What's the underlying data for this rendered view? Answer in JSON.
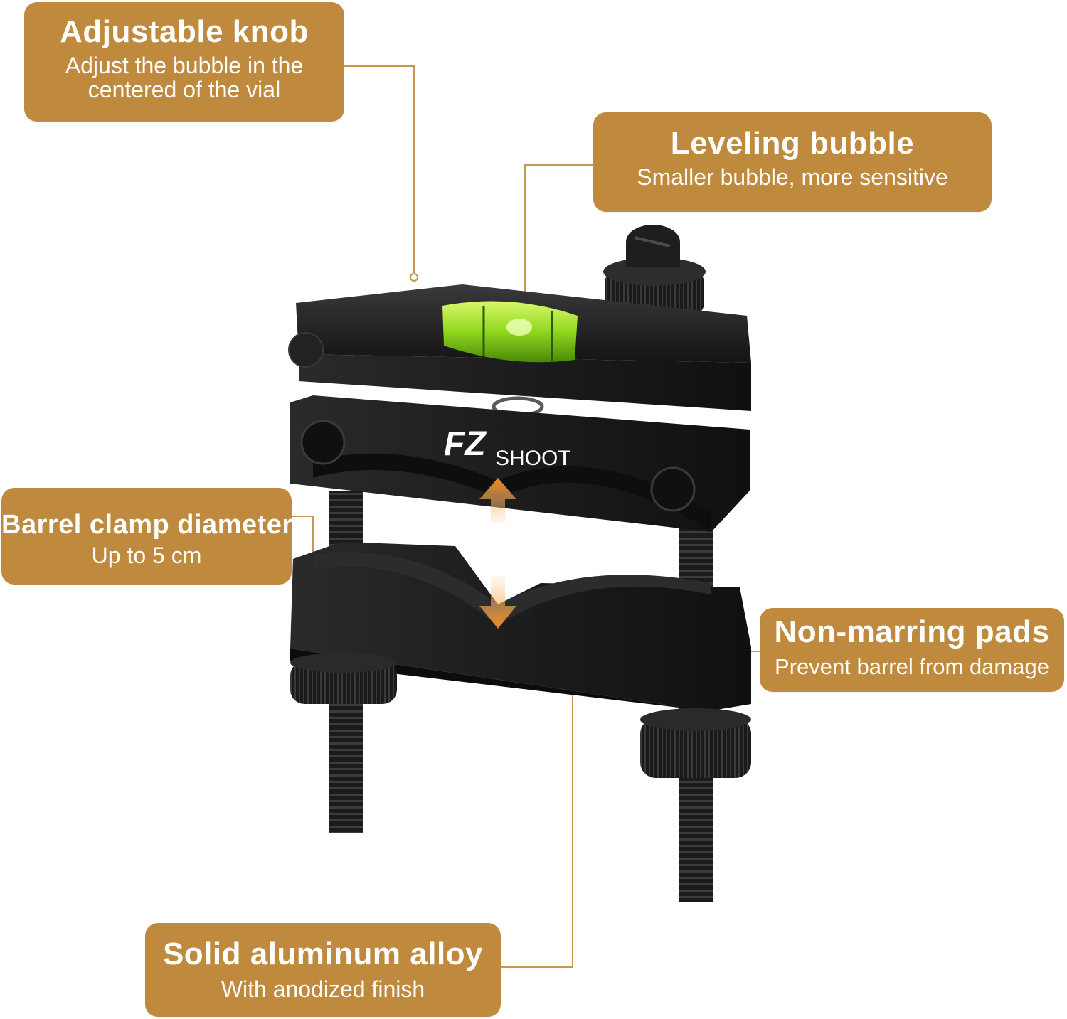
{
  "callouts": {
    "knob": {
      "title": "Adjustable knob",
      "line1": "Adjust the bubble in the",
      "line2": "centered of the vial"
    },
    "bubble": {
      "title": "Leveling bubble",
      "subtitle": "Smaller bubble, more sensitive"
    },
    "barrel": {
      "title": "Barrel clamp diameter",
      "subtitle": "Up to 5 cm"
    },
    "pads": {
      "title": "Non-marring pads",
      "subtitle": "Prevent barrel from damage"
    },
    "alloy": {
      "title": "Solid aluminum alloy",
      "subtitle": "With anodized finish"
    }
  },
  "brand": {
    "logo_mark": "FZ",
    "logo_word": "SHOOT"
  },
  "colors": {
    "callout_bg": "#c08a3e",
    "leader_line": "#c8964e",
    "body_metal": "#1b1b1c",
    "vial_green": "#8fd81e",
    "arrow_orange": "#f08a1c"
  }
}
